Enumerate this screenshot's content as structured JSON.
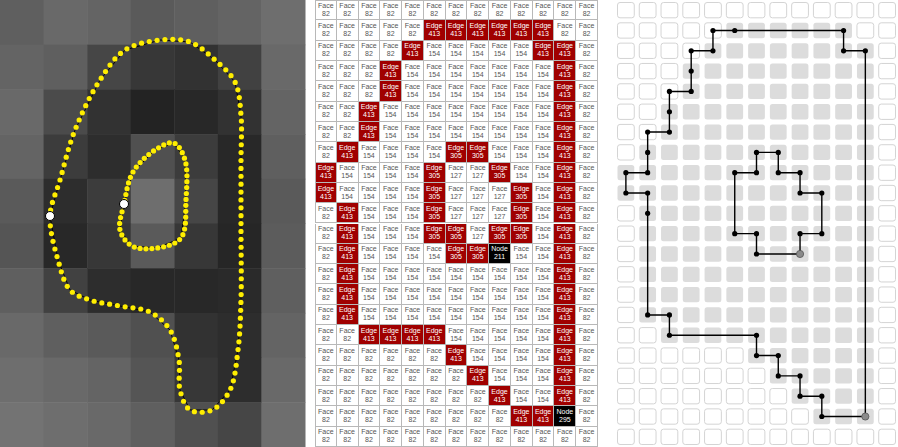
{
  "diagram": {
    "labels": [
      "Face 82",
      "Face 82",
      "Face 82",
      "Face 82",
      "Face 82",
      "Face 82",
      "Face 82",
      "Face 82",
      "Face 82",
      "Face 82",
      "Face 82",
      "Face 82",
      "Face 82",
      "Face 82",
      "Face 82",
      "Face 82",
      "Face 82",
      "Face 82",
      "Edge 413",
      "Edge 413",
      "Edge 413",
      "Edge 413",
      "Edge 413",
      "Edge 413",
      "Face 82",
      "Face 82",
      "Face 82",
      "Face 82",
      "Face 82",
      "Face 82",
      "Edge 413",
      "Face 154",
      "Face 154",
      "Face 154",
      "Face 154",
      "Face 154",
      "Edge 413",
      "Edge 413",
      "Face 82",
      "Face 82",
      "Face 82",
      "Face 82",
      "Edge 413",
      "Face 154",
      "Face 154",
      "Face 154",
      "Face 154",
      "Face 154",
      "Face 154",
      "Face 154",
      "Edge 413",
      "Face 82",
      "Face 82",
      "Face 82",
      "Face 82",
      "Edge 413",
      "Face 154",
      "Face 154",
      "Face 154",
      "Face 154",
      "Face 154",
      "Face 154",
      "Face 154",
      "Edge 413",
      "Face 82",
      "Face 82",
      "Face 82",
      "Edge 413",
      "Face 154",
      "Face 154",
      "Face 154",
      "Face 154",
      "Face 154",
      "Face 154",
      "Face 154",
      "Face 154",
      "Edge 413",
      "Face 82",
      "Face 82",
      "Face 82",
      "Edge 413",
      "Face 154",
      "Face 154",
      "Face 154",
      "Face 154",
      "Face 154",
      "Face 154",
      "Face 154",
      "Face 154",
      "Edge 413",
      "Face 82",
      "Face 82",
      "Edge 413",
      "Face 154",
      "Face 154",
      "Face 154",
      "Face 154",
      "Edge 305",
      "Edge 305",
      "Face 154",
      "Face 154",
      "Face 154",
      "Edge 413",
      "Face 82",
      "Edge 413",
      "Face 154",
      "Face 154",
      "Face 154",
      "Face 154",
      "Edge 305",
      "Face 127",
      "Face 127",
      "Edge 305",
      "Face 154",
      "Face 154",
      "Edge 413",
      "Face 82",
      "Edge 413",
      "Face 154",
      "Face 154",
      "Face 154",
      "Face 154",
      "Edge 305",
      "Face 127",
      "Face 127",
      "Face 127",
      "Edge 305",
      "Face 154",
      "Edge 413",
      "Face 82",
      "Face 82",
      "Edge 413",
      "Face 154",
      "Face 154",
      "Face 154",
      "Edge 305",
      "Face 127",
      "Face 127",
      "Face 127",
      "Edge 305",
      "Face 154",
      "Edge 413",
      "Face 82",
      "Face 82",
      "Edge 413",
      "Face 154",
      "Face 154",
      "Face 154",
      "Edge 305",
      "Edge 305",
      "Face 127",
      "Edge 305",
      "Edge 305",
      "Face 154",
      "Edge 413",
      "Face 82",
      "Face 82",
      "Edge 413",
      "Face 154",
      "Face 154",
      "Face 154",
      "Face 154",
      "Edge 305",
      "Edge 305",
      "Node 211",
      "Face 154",
      "Face 154",
      "Edge 413",
      "Face 82",
      "Face 82",
      "Edge 413",
      "Face 154",
      "Face 154",
      "Face 154",
      "Face 154",
      "Face 154",
      "Face 154",
      "Face 154",
      "Face 154",
      "Face 154",
      "Edge 413",
      "Face 82",
      "Face 82",
      "Edge 413",
      "Face 154",
      "Face 154",
      "Face 154",
      "Face 154",
      "Face 154",
      "Face 154",
      "Face 154",
      "Face 154",
      "Face 154",
      "Edge 413",
      "Face 82",
      "Face 82",
      "Edge 413",
      "Face 154",
      "Face 154",
      "Face 154",
      "Face 154",
      "Face 154",
      "Face 154",
      "Face 154",
      "Face 154",
      "Face 154",
      "Edge 413",
      "Face 82",
      "Face 82",
      "Face 82",
      "Edge 413",
      "Edge 413",
      "Edge 413",
      "Edge 413",
      "Face 154",
      "Face 154",
      "Face 154",
      "Face 154",
      "Face 154",
      "Edge 413",
      "Face 82",
      "Face 82",
      "Face 82",
      "Face 82",
      "Face 82",
      "Face 82",
      "Face 82",
      "Edge 413",
      "Face 154",
      "Face 154",
      "Face 154",
      "Face 154",
      "Edge 413",
      "Face 82",
      "Face 82",
      "Face 82",
      "Face 82",
      "Face 82",
      "Face 82",
      "Face 82",
      "Face 82",
      "Edge 413",
      "Face 154",
      "Face 154",
      "Face 154",
      "Edge 413",
      "Face 82",
      "Face 82",
      "Face 82",
      "Face 82",
      "Face 82",
      "Face 82",
      "Face 82",
      "Face 82",
      "Face 82",
      "Edge 413",
      "Face 154",
      "Face 154",
      "Edge 413",
      "Face 82",
      "Face 82",
      "Face 82",
      "Face 82",
      "Face 82",
      "Face 82",
      "Face 82",
      "Face 82",
      "Face 82",
      "Face 82",
      "Edge 413",
      "Edge 413",
      "Node 295",
      "Face 82",
      "Face 82",
      "Face 82",
      "Face 82",
      "Face 82",
      "Face 82",
      "Face 82",
      "Face 82",
      "Face 82",
      "Face 82",
      "Face 82",
      "Face 82",
      "Face 82",
      "Face 82"
    ]
  }
}
